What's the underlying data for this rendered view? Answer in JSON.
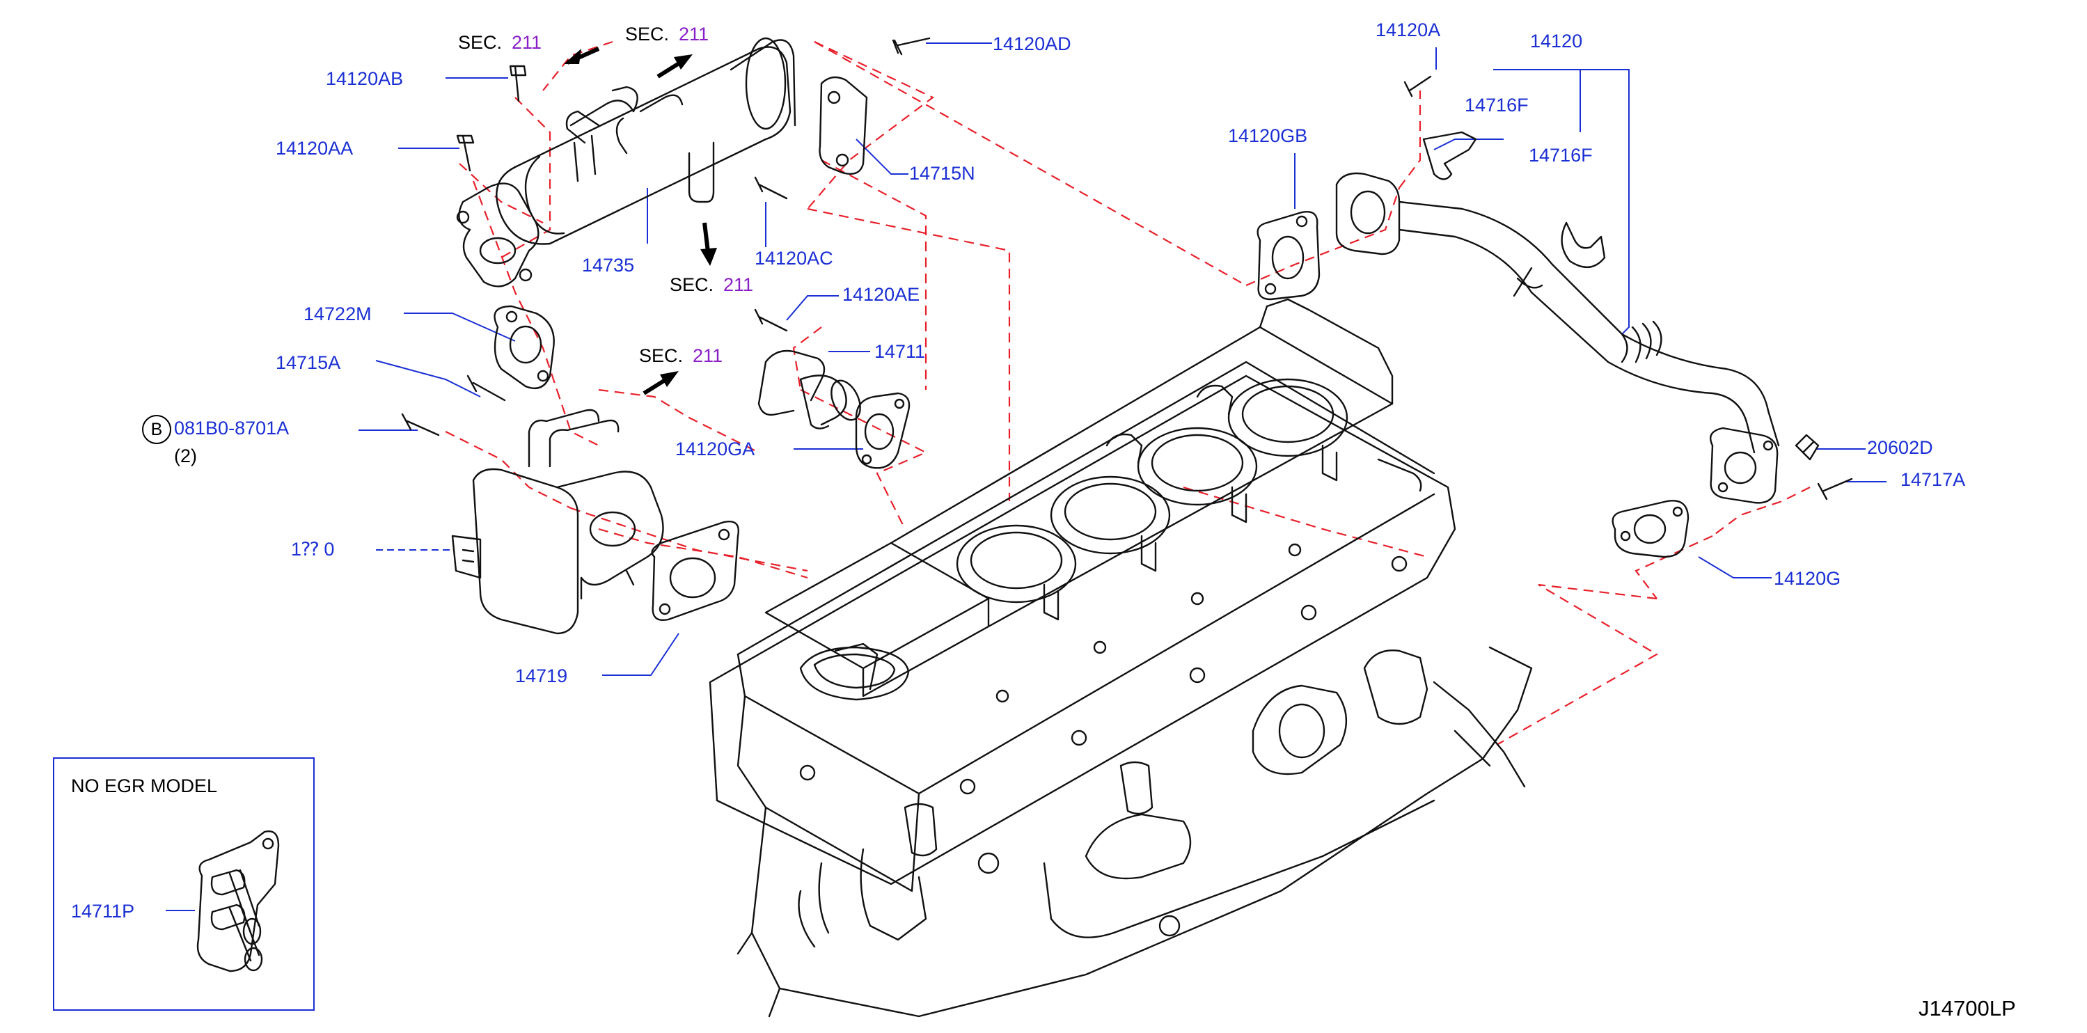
{
  "labels": {
    "sec_1": "SEC.",
    "sec_1_num": "211",
    "sec_2": "SEC.",
    "sec_2_num": "211",
    "sec_3": "SEC.",
    "sec_3_num": "211",
    "sec_4": "SEC.",
    "sec_4_num": "211",
    "p14120AB": "14120AB",
    "p14120AA": "14120AA",
    "p14120AD": "14120AD",
    "p14715N": "14715N",
    "p14735": "14735",
    "p14120AC": "14120AC",
    "p14722M": "14722M",
    "p14120AE": "14120AE",
    "p14715A": "14715A",
    "p14711": "14711",
    "bolt_circle": "B",
    "bolt_code": "081B0-8701A",
    "bolt_qty": "(2)",
    "p14120GA": "14120GA",
    "p14710_partial": "1⁇ 0",
    "p14719": "14719",
    "p14120A": "14120A",
    "p14120": "14120",
    "p14716F_1": "14716F",
    "p14716F_2": "14716F",
    "p14120GB": "14120GB",
    "p20602D": "20602D",
    "p14717A": "14717A",
    "p14120G": "14120G",
    "inset_title": "NO   EGR   MODEL",
    "p14711P": "14711P",
    "diagram_code": "J14700LP"
  },
  "colors": {
    "part_number": "#1a2fd4",
    "section_number": "#8a1fc8",
    "dash_line": "#e8202a",
    "line_art": "#000000"
  }
}
